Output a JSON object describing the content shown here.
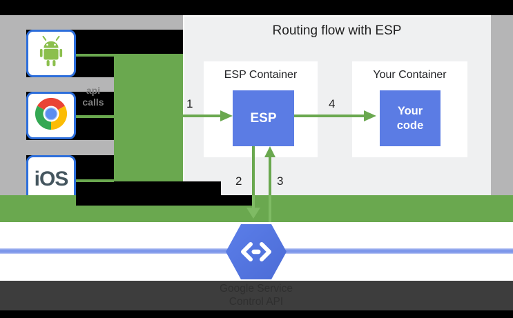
{
  "diagram": {
    "title": "Routing flow with ESP",
    "clients": {
      "ios_label": "iOS",
      "api_calls": {
        "line1": "api",
        "line2": "calls"
      },
      "icons": {
        "android": "android-robot-icon",
        "chrome": "chrome-browser-icon",
        "ios": "ios-text-badge"
      }
    },
    "esp": {
      "container_label": "ESP Container",
      "box_label": "ESP"
    },
    "your": {
      "container_label": "Your Container",
      "box_line1": "Your",
      "box_line2": "code"
    },
    "steps": {
      "s1": "1",
      "s2": "2",
      "s3": "3",
      "s4": "4"
    },
    "service": {
      "line1": "Google Service",
      "line2": "Control API",
      "icon": "cloud-endpoints-hexagon"
    },
    "colors": {
      "flow_green": "#6aa84f",
      "flow_green_light": "#7fbb64",
      "box_blue": "#5b7ce4",
      "hexagon_blue": "#5577e6",
      "network_line_blue": "#7d97ea",
      "panel_bg": "#eff0f1",
      "gray_band": "#b5b5b6",
      "client_border_blue": "#2d6edb",
      "overlay_dark": "#3d3d3d"
    }
  }
}
